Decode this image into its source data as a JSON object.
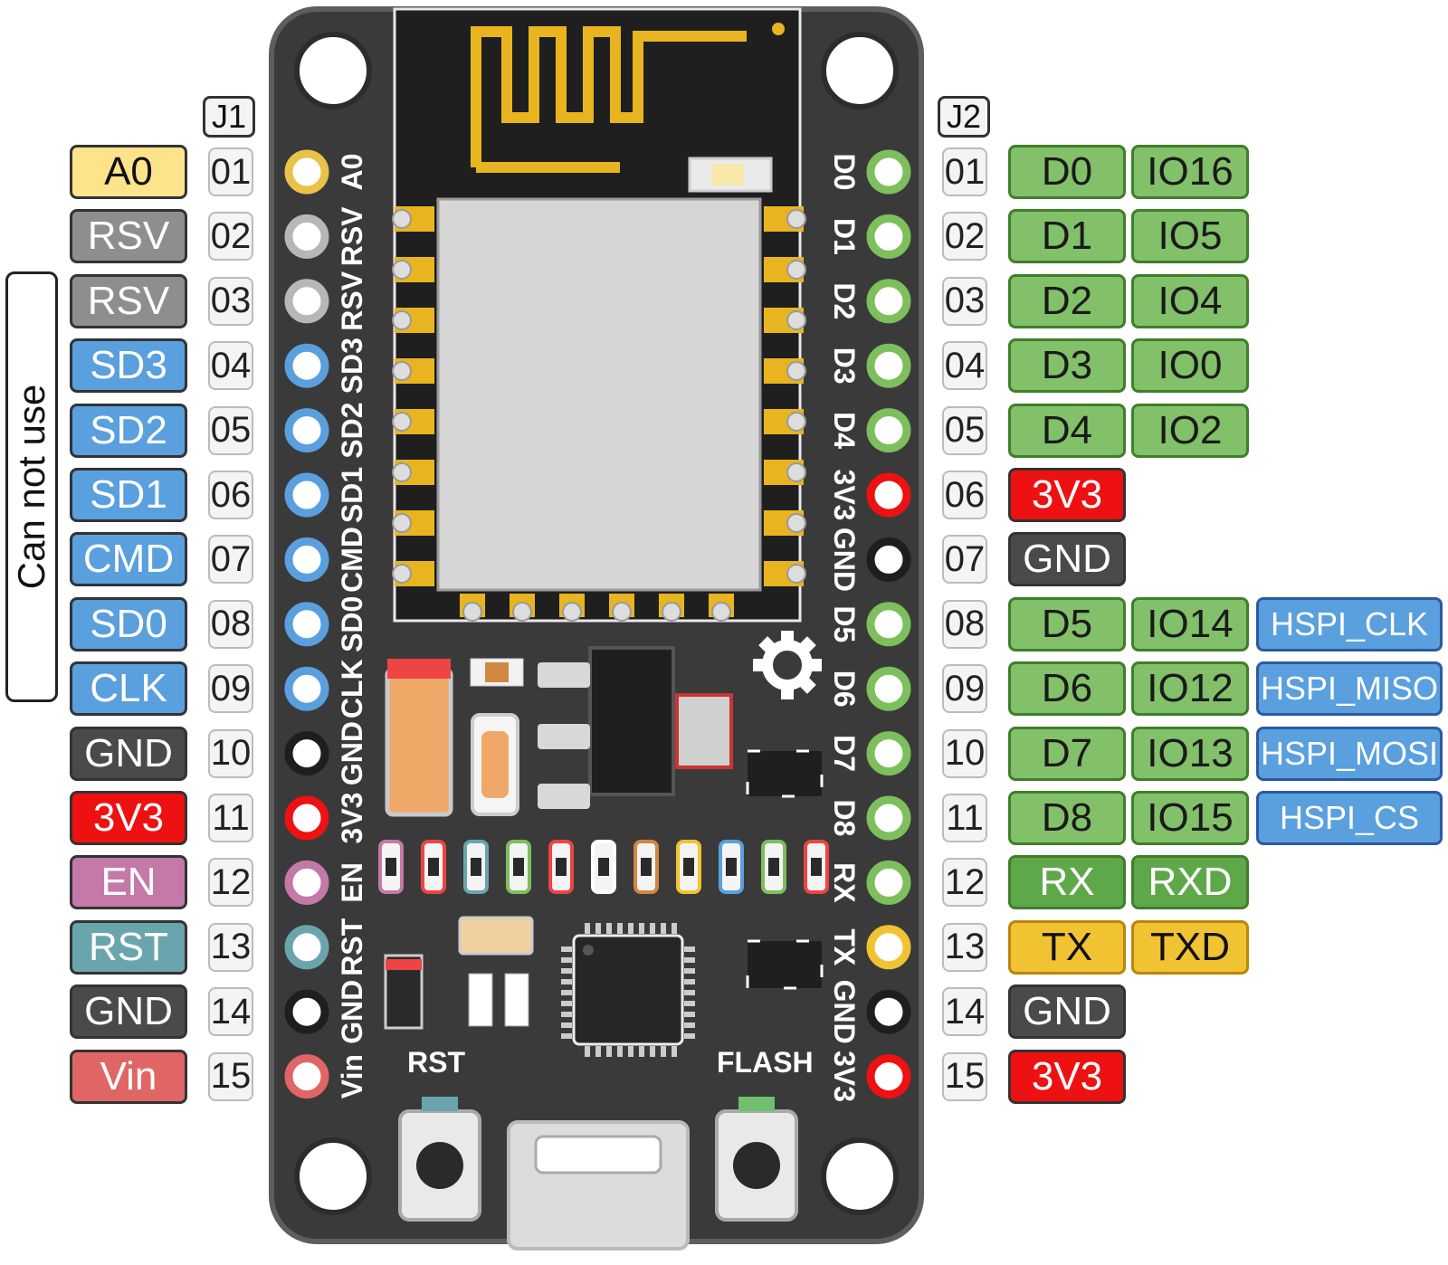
{
  "headers": {
    "left": "J1",
    "right": "J2"
  },
  "side_note": "Can not use",
  "left_pins": [
    {
      "num": "01",
      "label": "A0",
      "silk": "A0",
      "color": "#fde38a",
      "ring": "#e9c24a",
      "text_dark": true
    },
    {
      "num": "02",
      "label": "RSV",
      "silk": "RSV",
      "color": "#8e8e8e",
      "ring": "#b7b7b7",
      "text_dark": false
    },
    {
      "num": "03",
      "label": "RSV",
      "silk": "RSV",
      "color": "#8e8e8e",
      "ring": "#b7b7b7",
      "text_dark": false
    },
    {
      "num": "04",
      "label": "SD3",
      "silk": "SD3",
      "color": "#5a9fde",
      "ring": "#5a9fde",
      "text_dark": false
    },
    {
      "num": "05",
      "label": "SD2",
      "silk": "SD2",
      "color": "#5a9fde",
      "ring": "#5a9fde",
      "text_dark": false
    },
    {
      "num": "06",
      "label": "SD1",
      "silk": "SD1",
      "color": "#5a9fde",
      "ring": "#5a9fde",
      "text_dark": false
    },
    {
      "num": "07",
      "label": "CMD",
      "silk": "CMD",
      "color": "#5a9fde",
      "ring": "#5a9fde",
      "text_dark": false
    },
    {
      "num": "08",
      "label": "SD0",
      "silk": "SD0",
      "color": "#5a9fde",
      "ring": "#5a9fde",
      "text_dark": false
    },
    {
      "num": "09",
      "label": "CLK",
      "silk": "CLK",
      "color": "#5a9fde",
      "ring": "#5a9fde",
      "text_dark": false
    },
    {
      "num": "10",
      "label": "GND",
      "silk": "GND",
      "color": "#4a4a4a",
      "ring": "#1e1e1e",
      "text_dark": false
    },
    {
      "num": "11",
      "label": "3V3",
      "silk": "3V3",
      "color": "#ee1111",
      "ring": "#ee1111",
      "text_dark": false
    },
    {
      "num": "12",
      "label": "EN",
      "silk": "EN",
      "color": "#c479a8",
      "ring": "#c479a8",
      "text_dark": false
    },
    {
      "num": "13",
      "label": "RST",
      "silk": "RST",
      "color": "#6aa5ad",
      "ring": "#6aa5ad",
      "text_dark": false
    },
    {
      "num": "14",
      "label": "GND",
      "silk": "GND",
      "color": "#4a4a4a",
      "ring": "#1e1e1e",
      "text_dark": false
    },
    {
      "num": "15",
      "label": "Vin",
      "silk": "Vin",
      "color": "#e06666",
      "ring": "#e06666",
      "text_dark": false
    }
  ],
  "right_pins": [
    {
      "num": "01",
      "silk": "D0",
      "ring": "#7cbf5c",
      "labels": [
        {
          "text": "D0",
          "color": "#82c06a"
        },
        {
          "text": "IO16",
          "color": "#82c06a"
        }
      ]
    },
    {
      "num": "02",
      "silk": "D1",
      "ring": "#7cbf5c",
      "labels": [
        {
          "text": "D1",
          "color": "#82c06a"
        },
        {
          "text": "IO5",
          "color": "#82c06a"
        }
      ]
    },
    {
      "num": "03",
      "silk": "D2",
      "ring": "#7cbf5c",
      "labels": [
        {
          "text": "D2",
          "color": "#82c06a"
        },
        {
          "text": "IO4",
          "color": "#82c06a"
        }
      ]
    },
    {
      "num": "04",
      "silk": "D3",
      "ring": "#7cbf5c",
      "labels": [
        {
          "text": "D3",
          "color": "#82c06a"
        },
        {
          "text": "IO0",
          "color": "#82c06a"
        }
      ]
    },
    {
      "num": "05",
      "silk": "D4",
      "ring": "#7cbf5c",
      "labels": [
        {
          "text": "D4",
          "color": "#82c06a"
        },
        {
          "text": "IO2",
          "color": "#82c06a"
        }
      ]
    },
    {
      "num": "06",
      "silk": "3V3",
      "ring": "#ee1111",
      "labels": [
        {
          "text": "3V3",
          "color": "#ee1111"
        }
      ]
    },
    {
      "num": "07",
      "silk": "GND",
      "ring": "#1e1e1e",
      "labels": [
        {
          "text": "GND",
          "color": "#4a4a4a"
        }
      ]
    },
    {
      "num": "08",
      "silk": "D5",
      "ring": "#7cbf5c",
      "labels": [
        {
          "text": "D5",
          "color": "#82c06a"
        },
        {
          "text": "IO14",
          "color": "#82c06a"
        },
        {
          "text": "HSPI_CLK",
          "color": "#5a9fde"
        }
      ]
    },
    {
      "num": "09",
      "silk": "D6",
      "ring": "#7cbf5c",
      "labels": [
        {
          "text": "D6",
          "color": "#82c06a"
        },
        {
          "text": "IO12",
          "color": "#82c06a"
        },
        {
          "text": "HSPI_MISO",
          "color": "#5a9fde"
        }
      ]
    },
    {
      "num": "10",
      "silk": "D7",
      "ring": "#7cbf5c",
      "labels": [
        {
          "text": "D7",
          "color": "#82c06a"
        },
        {
          "text": "IO13",
          "color": "#82c06a"
        },
        {
          "text": "HSPI_MOSI",
          "color": "#5a9fde"
        }
      ]
    },
    {
      "num": "11",
      "silk": "D8",
      "ring": "#7cbf5c",
      "labels": [
        {
          "text": "D8",
          "color": "#82c06a"
        },
        {
          "text": "IO15",
          "color": "#82c06a"
        },
        {
          "text": "HSPI_CS",
          "color": "#5a9fde"
        }
      ]
    },
    {
      "num": "12",
      "silk": "RX",
      "ring": "#7cbf5c",
      "labels": [
        {
          "text": "RX",
          "color": "#5fa84a"
        },
        {
          "text": "RXD",
          "color": "#5fa84a"
        }
      ]
    },
    {
      "num": "13",
      "silk": "TX",
      "ring": "#f1c232",
      "labels": [
        {
          "text": "TX",
          "color": "#f1c232"
        },
        {
          "text": "TXD",
          "color": "#f1c232"
        }
      ]
    },
    {
      "num": "14",
      "silk": "GND",
      "ring": "#1e1e1e",
      "labels": [
        {
          "text": "GND",
          "color": "#4a4a4a"
        }
      ]
    },
    {
      "num": "15",
      "silk": "3V3",
      "ring": "#ee1111",
      "labels": [
        {
          "text": "3V3",
          "color": "#ee1111"
        }
      ]
    }
  ],
  "buttons": {
    "rst": "RST",
    "flash": "FLASH"
  },
  "colors": {
    "board": "#3a3a3a",
    "board_edge": "#5a5a5a",
    "silk": "#ffffff",
    "gold": "#e8b520"
  }
}
